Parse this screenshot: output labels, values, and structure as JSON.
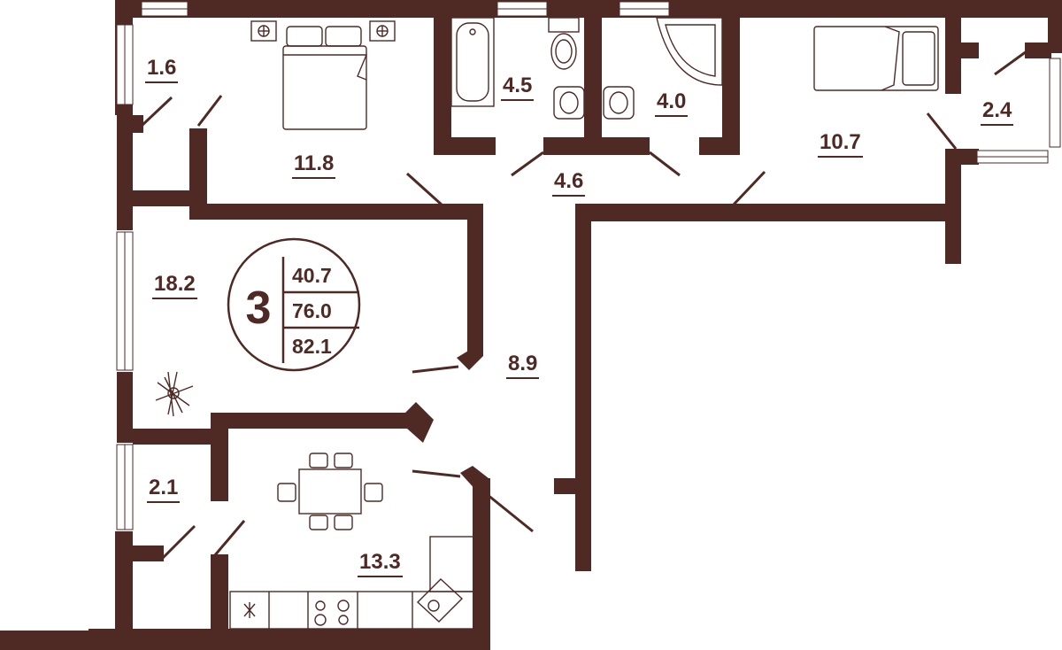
{
  "plan": {
    "colors": {
      "wall": "#4f2a25",
      "fixture": "#4f2a25",
      "background": "#ffffff"
    },
    "summary": {
      "rooms": "3",
      "living_area": "40.7",
      "total_area": "76.0",
      "total_area_with_balconies": "82.1"
    },
    "rooms": {
      "balcony_top_left": "1.6",
      "bedroom_top": "11.8",
      "bathroom": "4.5",
      "corridor": "4.6",
      "bathroom_small": "4.0",
      "bedroom_right": "10.7",
      "balcony_right": "2.4",
      "living_room": "18.2",
      "hallway": "8.9",
      "balcony_bottom_left": "2.1",
      "kitchen": "13.3"
    },
    "icons": [
      "bed-icon",
      "bathtub-icon",
      "toilet-icon",
      "sink-icon",
      "corner-bath-icon",
      "plant-icon",
      "dining-table-icon",
      "stove-icon",
      "kitchen-sink-icon",
      "outlet-icon"
    ]
  }
}
